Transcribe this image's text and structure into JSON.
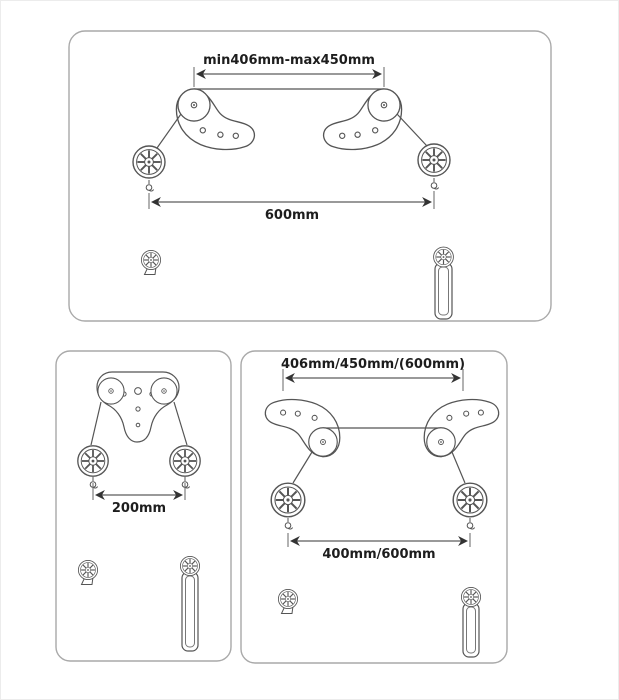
{
  "panels": {
    "top": {
      "dim_top": "min406mm-max450mm",
      "dim_bottom": "600mm"
    },
    "bottom_left": {
      "dim": "200mm"
    },
    "bottom_right": {
      "dim_top": "406mm/450mm/(600mm)",
      "dim_bottom": "400mm/600mm"
    }
  },
  "colors": {
    "line": "#555555",
    "dimension_line": "#333333",
    "panel_border": "#a9a9a9",
    "background": "#ffffff",
    "text": "#1d1d1d"
  }
}
